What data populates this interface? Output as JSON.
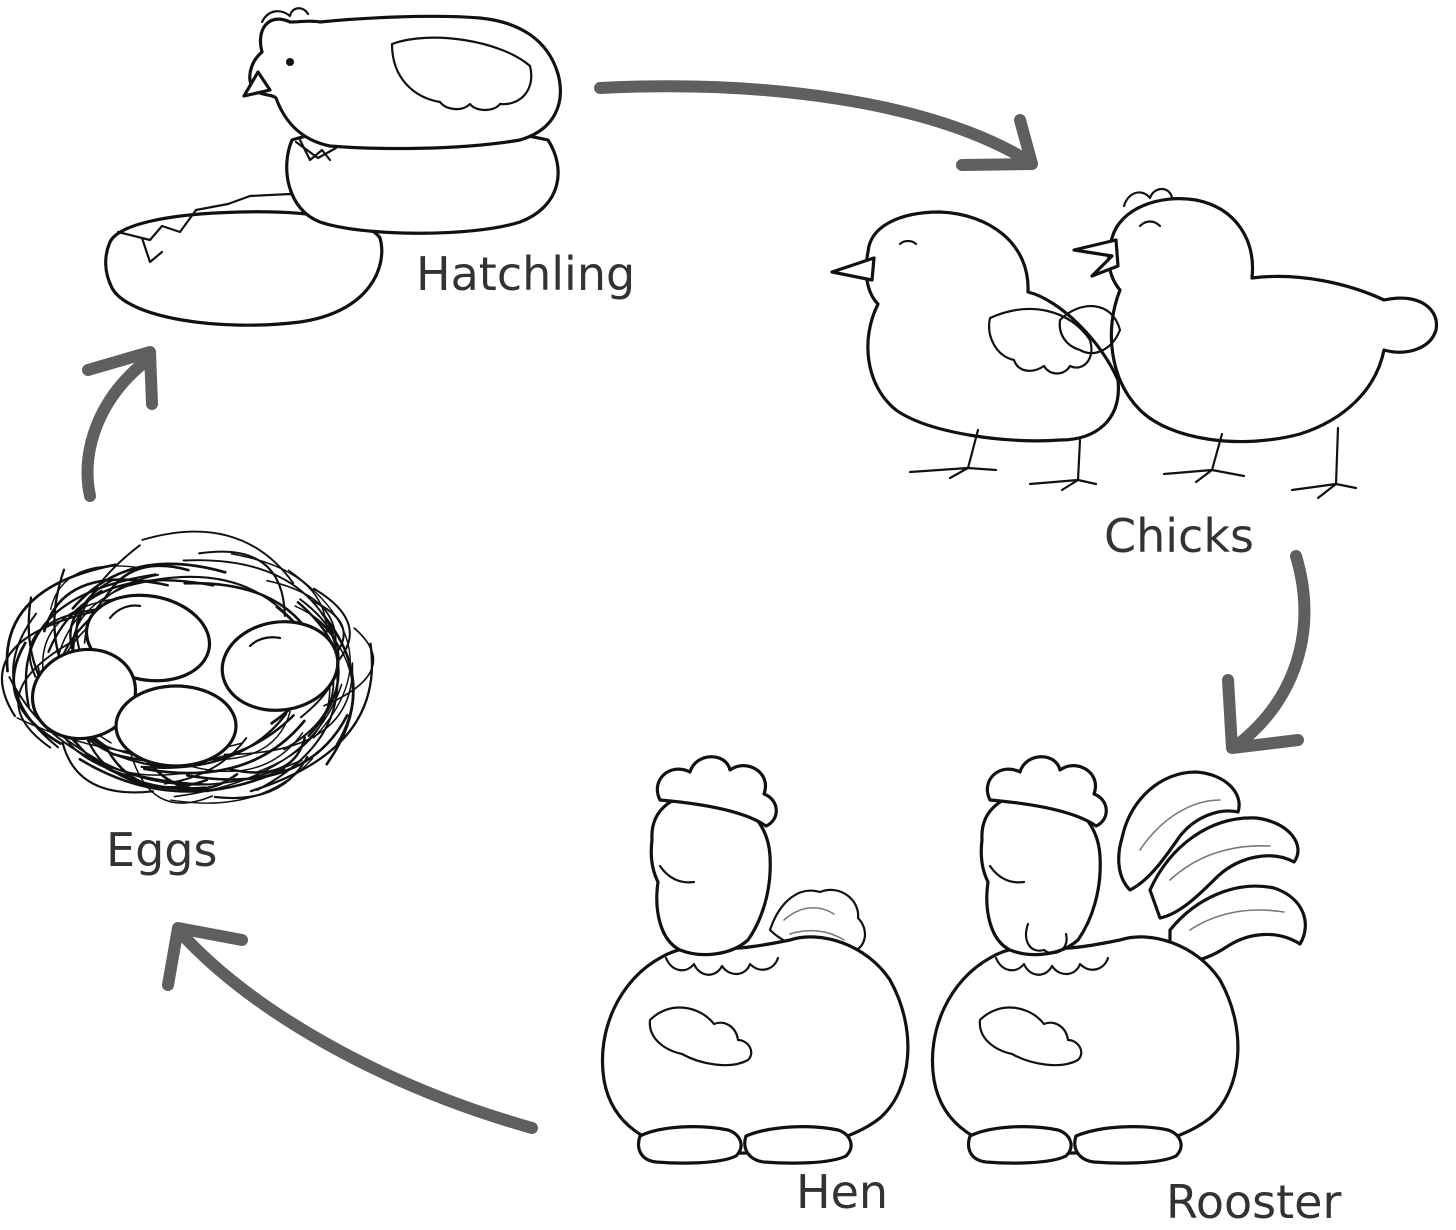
{
  "stages": [
    {
      "id": "hatchling",
      "label": "Hatchling"
    },
    {
      "id": "chicks",
      "label": "Chicks"
    },
    {
      "id": "hen",
      "label": "Hen"
    },
    {
      "id": "rooster",
      "label": "Rooster"
    },
    {
      "id": "eggs",
      "label": "Eggs"
    }
  ],
  "colors": {
    "arrow": "#5f5f5f",
    "ink": "#111111",
    "label": "#333333",
    "background": "#ffffff"
  }
}
